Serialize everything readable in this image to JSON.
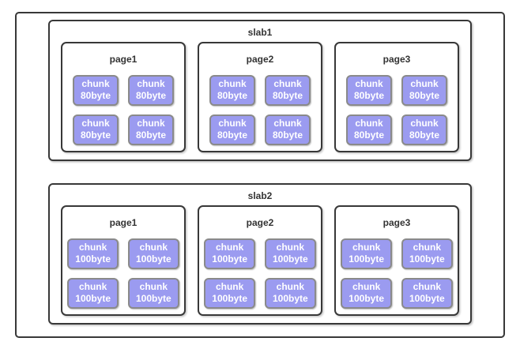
{
  "colors": {
    "background": "#ffffff",
    "box_border": "#383838",
    "chunk_fill": "#9b9bf0",
    "chunk_border": "#8a8a8a",
    "chunk_text": "#ffffff",
    "title_text": "#333333"
  },
  "slabs": [
    {
      "title": "slab1",
      "pages": [
        {
          "title": "page1",
          "chunks": [
            "chunk\n80byte",
            "chunk\n80byte",
            "chunk\n80byte",
            "chunk\n80byte"
          ]
        },
        {
          "title": "page2",
          "chunks": [
            "chunk\n80byte",
            "chunk\n80byte",
            "chunk\n80byte",
            "chunk\n80byte"
          ]
        },
        {
          "title": "page3",
          "chunks": [
            "chunk\n80byte",
            "chunk\n80byte",
            "chunk\n80byte",
            "chunk\n80byte"
          ]
        }
      ]
    },
    {
      "title": "slab2",
      "pages": [
        {
          "title": "page1",
          "chunks": [
            "chunk\n100byte",
            "chunk\n100byte",
            "chunk\n100byte",
            "chunk\n100byte"
          ]
        },
        {
          "title": "page2",
          "chunks": [
            "chunk\n100byte",
            "chunk\n100byte",
            "chunk\n100byte",
            "chunk\n100byte"
          ]
        },
        {
          "title": "page3",
          "chunks": [
            "chunk\n100byte",
            "chunk\n100byte",
            "chunk\n100byte",
            "chunk\n100byte"
          ]
        }
      ]
    }
  ]
}
